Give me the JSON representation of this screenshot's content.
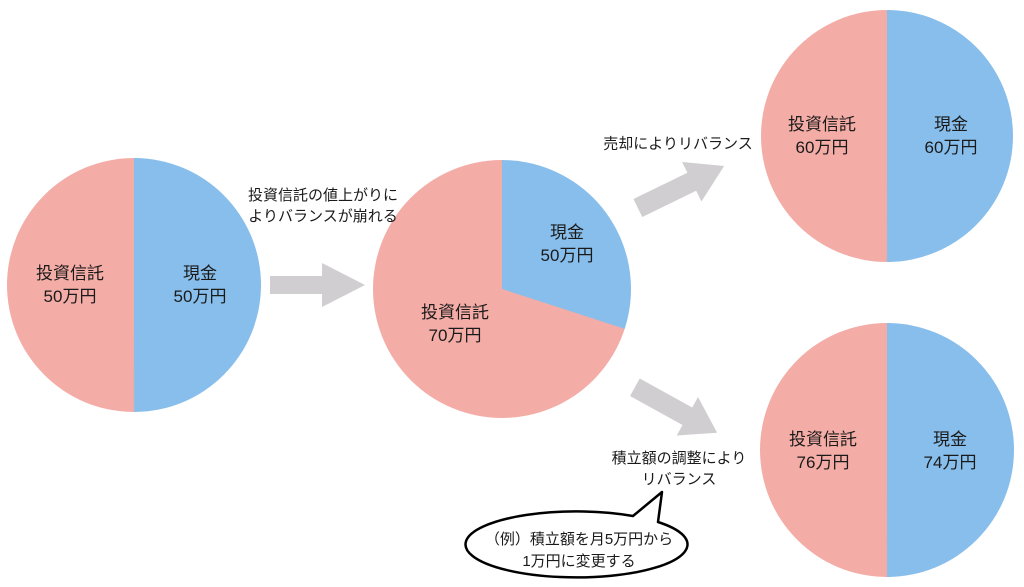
{
  "colors": {
    "fund": "#F4ACA7",
    "cash": "#88BEEB",
    "arrow": "#D0CED0",
    "text": "#1A1A1A"
  },
  "pies": {
    "start": {
      "fund_name": "投資信託",
      "fund_value": "50万円",
      "cash_name": "現金",
      "cash_value": "50万円"
    },
    "unbalanced": {
      "fund_name": "投資信託",
      "fund_value": "70万円",
      "cash_name": "現金",
      "cash_value": "50万円"
    },
    "sell": {
      "fund_name": "投資信託",
      "fund_value": "60万円",
      "cash_name": "現金",
      "cash_value": "60万円"
    },
    "adjust": {
      "fund_name": "投資信託",
      "fund_value": "76万円",
      "cash_name": "現金",
      "cash_value": "74万円"
    }
  },
  "annotations": {
    "unbalance_line1": "投資信託の値上がりに",
    "unbalance_line2": "よりバランスが崩れる",
    "sell_label": "売却によりリバランス",
    "adjust_line1": "積立額の調整により",
    "adjust_line2": "リバランス",
    "bubble_line1": "（例）積立額を月5万円から",
    "bubble_line2": "1万円に変更する"
  },
  "chart_data": [
    {
      "type": "pie",
      "id": "initial-balance",
      "labels": [
        "投資信託",
        "現金"
      ],
      "values": [
        50,
        50
      ],
      "unit": "万円",
      "colors": [
        "#F4ACA7",
        "#88BEEB"
      ]
    },
    {
      "type": "pie",
      "id": "after-price-rise",
      "labels": [
        "投資信託",
        "現金"
      ],
      "values": [
        70,
        50
      ],
      "unit": "万円",
      "colors": [
        "#F4ACA7",
        "#88BEEB"
      ]
    },
    {
      "type": "pie",
      "id": "rebalance-by-sell",
      "labels": [
        "投資信託",
        "現金"
      ],
      "values": [
        60,
        60
      ],
      "unit": "万円",
      "colors": [
        "#F4ACA7",
        "#88BEEB"
      ]
    },
    {
      "type": "pie",
      "id": "rebalance-by-adjusting-contribution",
      "labels": [
        "投資信託",
        "現金"
      ],
      "values": [
        76,
        74
      ],
      "unit": "万円",
      "colors": [
        "#F4ACA7",
        "#88BEEB"
      ]
    }
  ]
}
